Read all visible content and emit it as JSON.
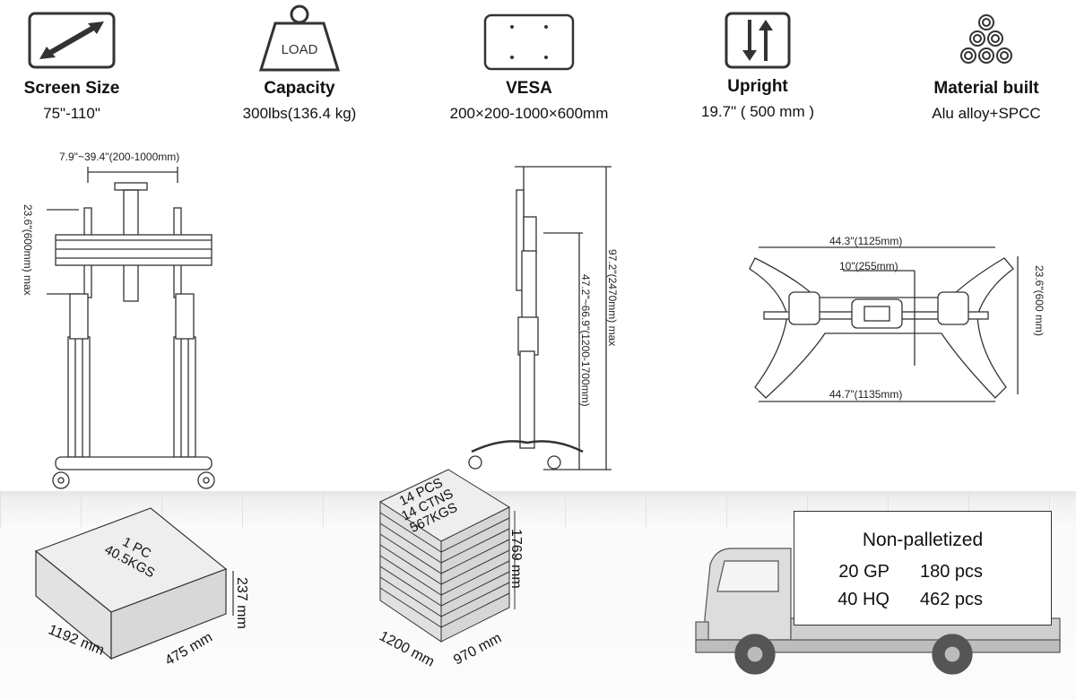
{
  "specs": [
    {
      "icon": "screen-size-icon",
      "title": "Screen Size",
      "value": "75\"-110\""
    },
    {
      "icon": "load-weight-icon",
      "title": "Capacity",
      "value": "300lbs(136.4 kg)",
      "icon_text": "LOAD"
    },
    {
      "icon": "vesa-pattern-icon",
      "title": "VESA",
      "value": "200×200-1000×600mm"
    },
    {
      "icon": "up-down-arrows-icon",
      "title": "Upright",
      "value": "19.7\" ( 500 mm )"
    },
    {
      "icon": "material-coils-icon",
      "title": "Material built",
      "value": "Alu alloy+SPCC"
    }
  ],
  "front_view": {
    "width_dim": "7.9\"~39.4\"(200-1000mm)",
    "height_dim": "23.6\"(600mm) max"
  },
  "side_view": {
    "height_range_dim": "47.2\"~66.9\"(1200-1700mm)",
    "total_height_dim": "97.2\"(2470mm) max"
  },
  "base_view": {
    "top_width_dim": "44.3\"(1125mm)",
    "inner_dim": "10\"(255mm)",
    "bottom_width_dim": "44.7\"(1135mm)",
    "depth_dim": "23.6\"(600 mm)"
  },
  "carton": {
    "label_line1": "1 PC",
    "label_line2": "40.5KGS",
    "length": "1192 mm",
    "width": "475 mm",
    "height": "237 mm"
  },
  "pallet": {
    "label_line1": "14 PCS",
    "label_line2": "14 CTNS",
    "label_line3": "567KGS",
    "length": "1200 mm",
    "width": "970 mm",
    "height": "1769 mm"
  },
  "shipping": {
    "title": "Non-palletized",
    "rows": [
      {
        "container": "20 GP",
        "qty": "180 pcs"
      },
      {
        "container": "40 HQ",
        "qty": "462 pcs"
      }
    ]
  }
}
